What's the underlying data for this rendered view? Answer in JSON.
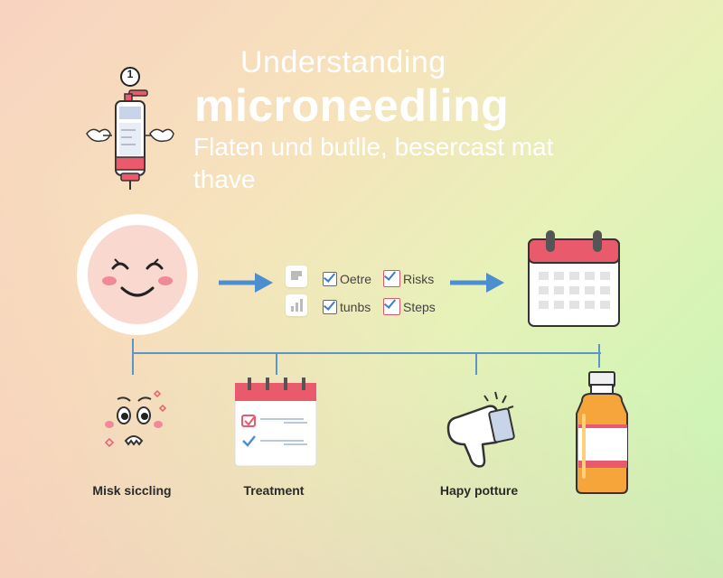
{
  "header": {
    "step_number": "1",
    "title_line1": "Understanding",
    "title_line2": "microneedling",
    "subtitle": "Flaten und butlle, besercast mat thave"
  },
  "checklist": [
    {
      "label": "Oetre",
      "style": "gray"
    },
    {
      "label": "Risks",
      "style": "red"
    },
    {
      "label": "tunbs",
      "style": "gray"
    },
    {
      "label": "Steps",
      "style": "red"
    }
  ],
  "bottom_labels": {
    "left": "Misk siccling",
    "center_left": "Treatment",
    "center_right": "Hapy potture"
  },
  "colors": {
    "arrow": "#4b8fd1",
    "accent_red": "#e85a6c",
    "connector": "#5d95c9",
    "white": "#ffffff"
  },
  "icons": [
    "syringe-icon",
    "smiley-face-icon",
    "calendar-icon",
    "worried-face-icon",
    "clipboard-icon",
    "thumbs-down-icon",
    "serum-bottle-icon"
  ]
}
